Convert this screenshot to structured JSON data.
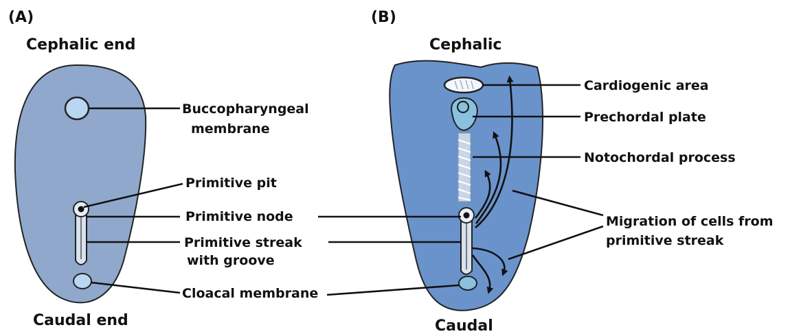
{
  "colors": {
    "disc_a": "#8fa8cc",
    "disc_b": "#6a93cb",
    "outline": "#222222",
    "structure_light": "#b9d6f2",
    "structure_teal": "#8ac1df"
  },
  "panel_a": {
    "letter": "(A)",
    "top_label": "Cephalic end",
    "bottom_label": "Caudal end",
    "callouts": {
      "buccopharyngeal_1": "Buccopharyngeal",
      "buccopharyngeal_2": "membrane",
      "primitive_pit": "Primitive pit",
      "primitive_node": "Primitive node",
      "primitive_streak_1": "Primitive streak",
      "primitive_streak_2": "with groove",
      "cloacal": "Cloacal membrane"
    }
  },
  "panel_b": {
    "letter": "(B)",
    "top_label": "Cephalic",
    "bottom_label": "Caudal",
    "callouts": {
      "cardiogenic": "Cardiogenic area",
      "prechordal": "Prechordal plate",
      "notochordal": "Notochordal process",
      "migration_1": "Migration of cells from",
      "migration_2": "primitive streak"
    }
  }
}
